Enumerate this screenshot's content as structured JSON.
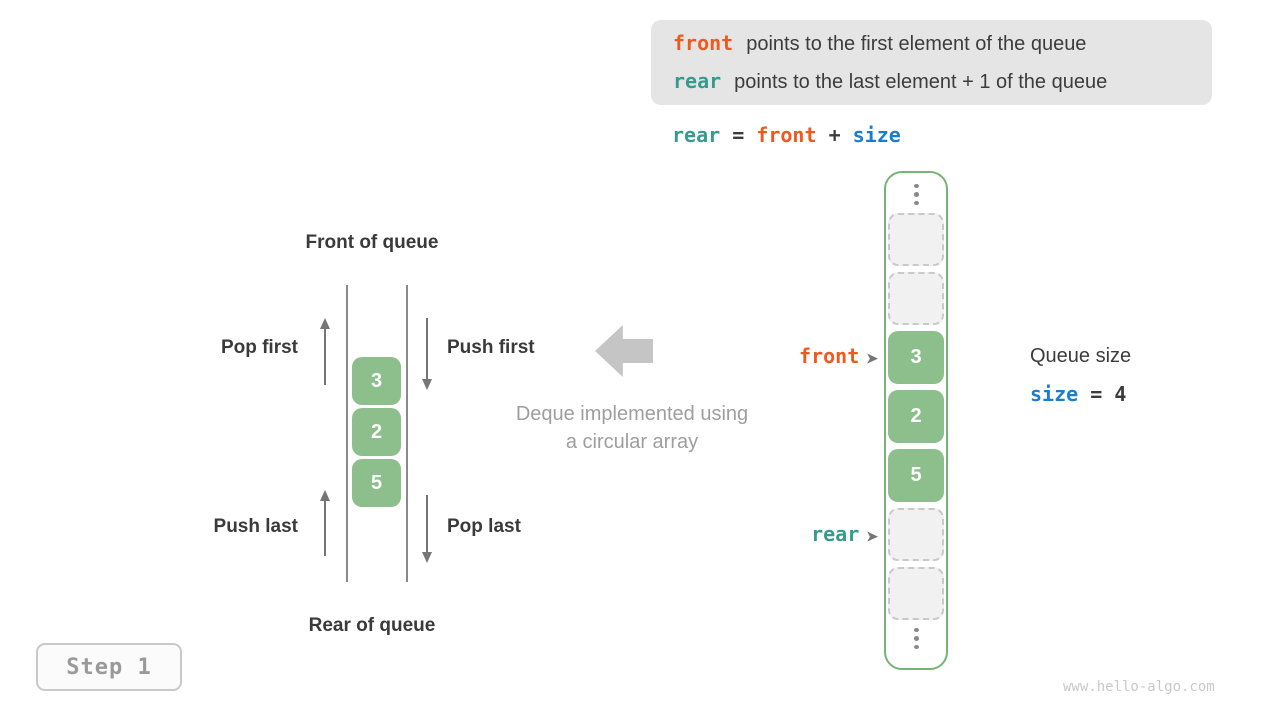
{
  "info_box": {
    "lines": [
      {
        "keyword": "front",
        "text": "points to the first element of the queue"
      },
      {
        "keyword": "rear",
        "text": "points to the last element + 1 of the queue"
      }
    ]
  },
  "formula": {
    "rear": "rear",
    "eq": "=",
    "front": "front",
    "plus": "+",
    "size": "size"
  },
  "left_diagram": {
    "front_label": "Front of queue",
    "rear_label": "Rear of queue",
    "pop_first": "Pop first",
    "push_first": "Push first",
    "push_last": "Push last",
    "pop_last": "Pop last",
    "values": [
      "3",
      "2",
      "5"
    ]
  },
  "center": {
    "caption_line1": "Deque implemented using",
    "caption_line2": "a circular array"
  },
  "array_column": {
    "front_pointer": "front",
    "rear_pointer": "rear",
    "pointer_arrow": "➤",
    "cells": [
      {
        "type": "ellipsis"
      },
      {
        "type": "empty"
      },
      {
        "type": "empty"
      },
      {
        "type": "value",
        "value": "3"
      },
      {
        "type": "value",
        "value": "2"
      },
      {
        "type": "value",
        "value": "5"
      },
      {
        "type": "empty"
      },
      {
        "type": "empty"
      },
      {
        "type": "ellipsis"
      }
    ]
  },
  "queue_size": {
    "title": "Queue size",
    "var": "size",
    "eq": "=",
    "value": "4"
  },
  "step_badge": "Step 1",
  "watermark": "www.hello-algo.com",
  "colors": {
    "orange": "#ee5a1e",
    "teal": "#359c8d",
    "blue": "#1a7dd0",
    "green_fill": "#8cbf8c",
    "green_border": "#74b474",
    "dark_text": "#3c3c3c",
    "gray_text": "#9e9e9e"
  }
}
